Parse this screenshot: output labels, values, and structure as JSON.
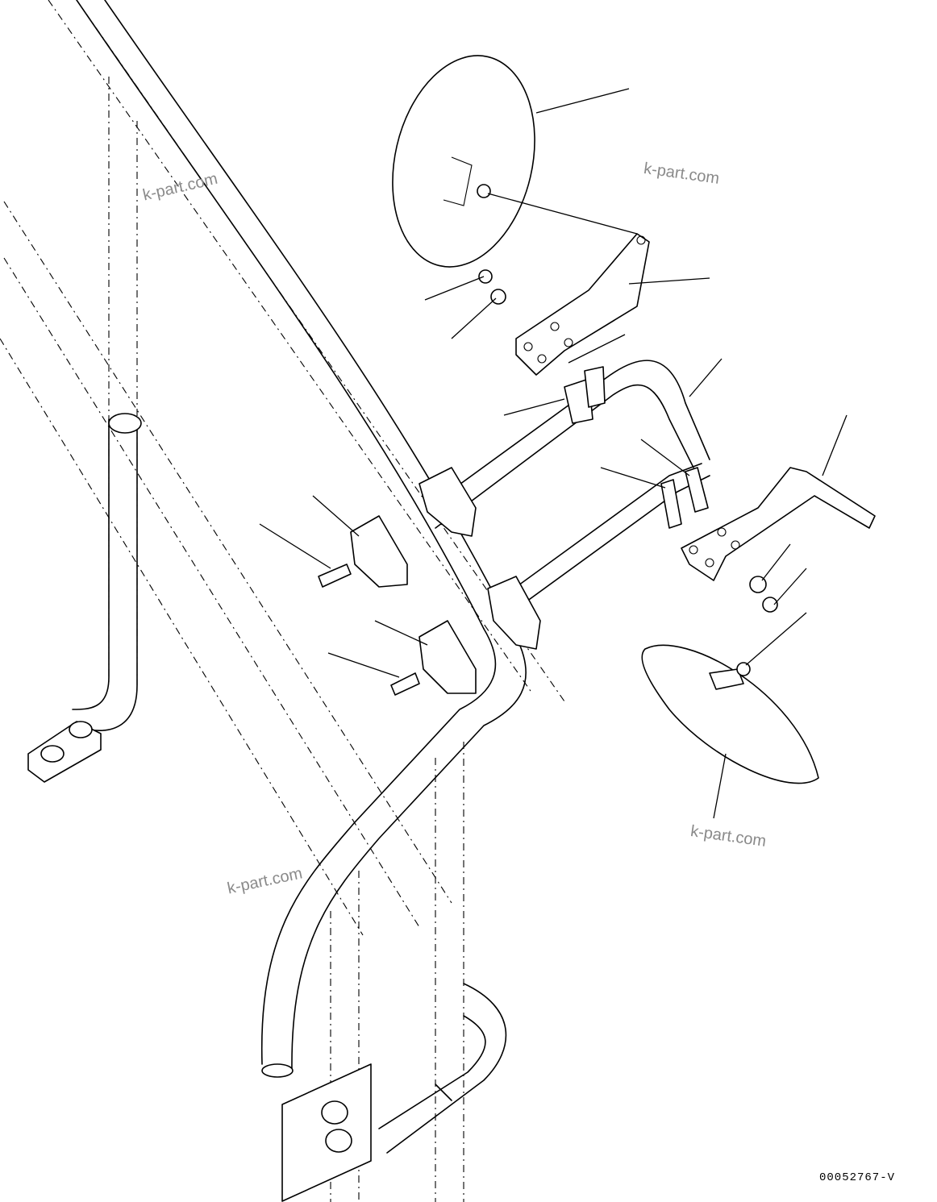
{
  "watermarks": [
    "k-part.com",
    "k-part.com",
    "k-part.com",
    "k-part.com"
  ],
  "drawing_code": "00052767-V"
}
